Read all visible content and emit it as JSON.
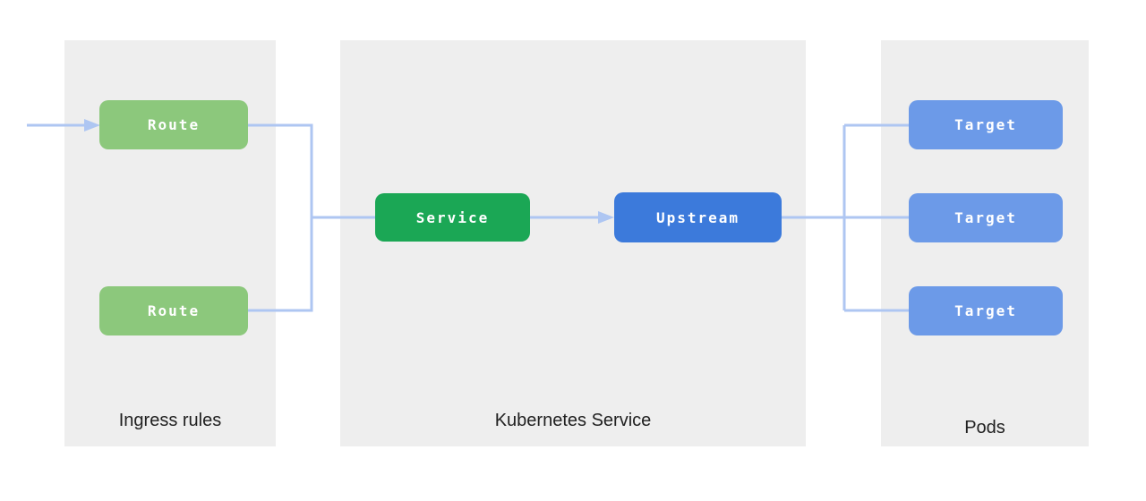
{
  "panels": [
    {
      "label": "Ingress rules"
    },
    {
      "label": "Kubernetes Service"
    },
    {
      "label": "Pods"
    }
  ],
  "nodes": {
    "route_1": {
      "label": "Route"
    },
    "route_2": {
      "label": "Route"
    },
    "service": {
      "label": "Service"
    },
    "upstream": {
      "label": "Upstream"
    },
    "target_1": {
      "label": "Target"
    },
    "target_2": {
      "label": "Target"
    },
    "target_3": {
      "label": "Target"
    }
  },
  "colors": {
    "panel_bg": "#EEEEEE",
    "route_fill": "#8CC87C",
    "service_fill": "#1BA755",
    "upstream_fill": "#3C7ADB",
    "target_fill": "#6C9AE8",
    "connector": "#AEC6F2",
    "node_text": "#FFFFFF",
    "label_text": "#212121"
  }
}
